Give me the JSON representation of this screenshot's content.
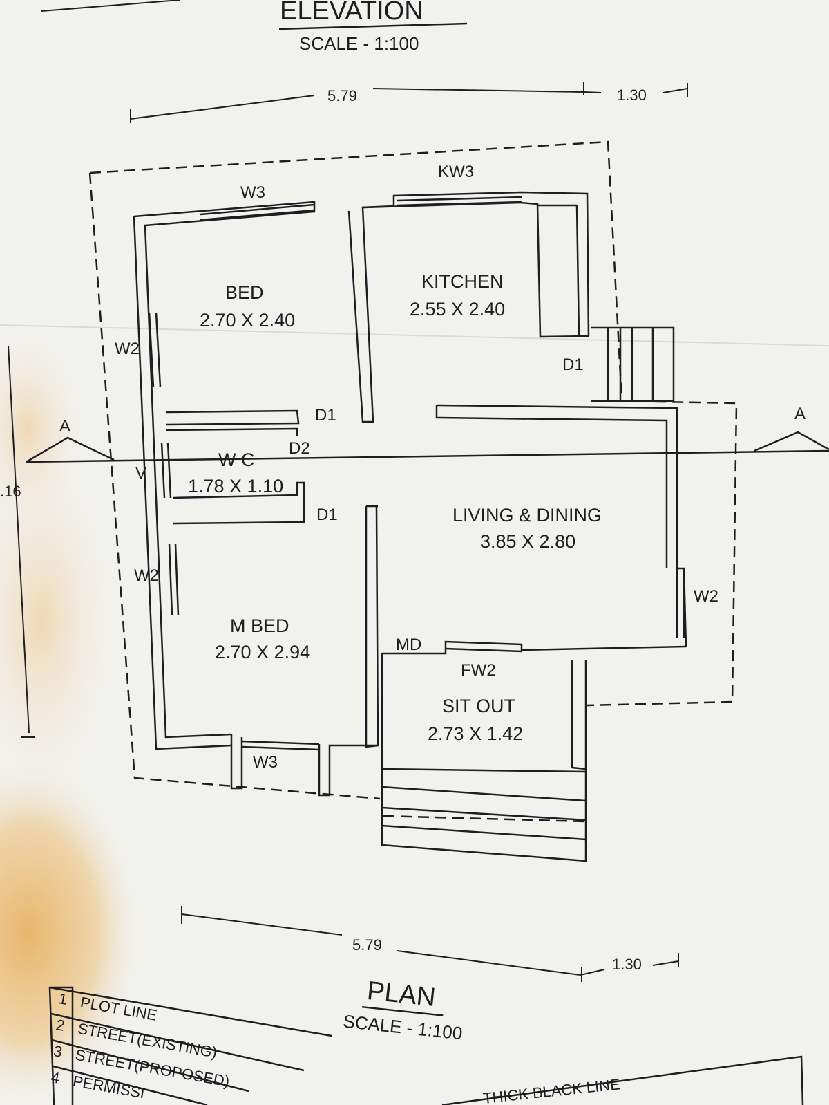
{
  "elevation": {
    "title": "ELEVATION",
    "scale": "SCALE - 1:100"
  },
  "plan": {
    "title": "PLAN",
    "scale": "SCALE - 1:100"
  },
  "dimensions": {
    "top_main": "5.79",
    "top_side": "1.30",
    "bottom_main": "5.79",
    "bottom_side": "1.30",
    "left_side": ".16"
  },
  "rooms": {
    "bed": {
      "name": "BED",
      "size": "2.70 X 2.40"
    },
    "kitchen": {
      "name": "KITCHEN",
      "size": "2.55 X 2.40"
    },
    "wc": {
      "name": "W C",
      "size": "1.78 X 1.10"
    },
    "living": {
      "name": "LIVING & DINING",
      "size": "3.85 X 2.80"
    },
    "mbed": {
      "name": "M BED",
      "size": "2.70 X 2.94"
    },
    "sitout": {
      "name": "SIT OUT",
      "size": "2.73 X 1.42"
    }
  },
  "openings": {
    "w3_top": "W3",
    "kw3": "KW3",
    "w2_upper_left": "W2",
    "d1_bed": "D1",
    "d1_kitchen": "D1",
    "d2": "D2",
    "v": "V",
    "d1_mbed": "D1",
    "w2_lower_left": "W2",
    "w2_right": "W2",
    "md": "MD",
    "fw2": "FW2",
    "w3_bottom": "W3"
  },
  "section_marks": {
    "left": "A",
    "right": "A"
  },
  "legend": [
    {
      "no": "1",
      "label": "PLOT LINE"
    },
    {
      "no": "2",
      "label": "STREET(EXISTING)"
    },
    {
      "no": "3",
      "label": "STREET(PROPOSED)"
    },
    {
      "no": "4",
      "label": "PERMISSI"
    }
  ],
  "legend_right": "THICK BLACK LINE",
  "colors": {
    "ink": "#1e1e22",
    "paper": "#f1f1ee",
    "stain": "#e0a040"
  }
}
